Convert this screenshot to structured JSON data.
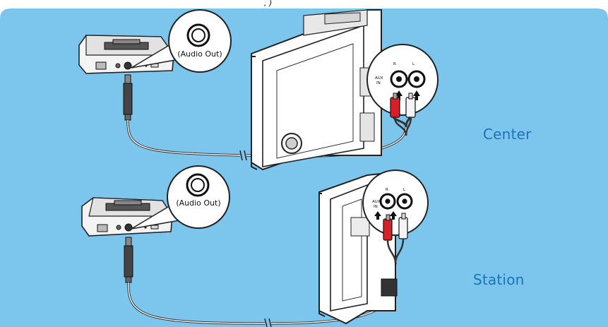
{
  "colors": {
    "panel": "#7cc6ee",
    "panel_edge": "#4fb0e3",
    "label": "#1e73b7",
    "cable": "#333333",
    "red_plug": "#d6202a",
    "white_plug": "#f4f4f4"
  },
  "rows": [
    {
      "system_label": "Center",
      "callout_label": "(Audio Out)",
      "jack_labels": {
        "aux": "AUX",
        "in": "IN",
        "right": "R",
        "left": "L"
      }
    },
    {
      "system_label": "Station",
      "callout_label": "(Audio Out)",
      "jack_labels": {
        "aux": "AUX",
        "in": "IN",
        "right": "R",
        "left": "L"
      }
    }
  ]
}
